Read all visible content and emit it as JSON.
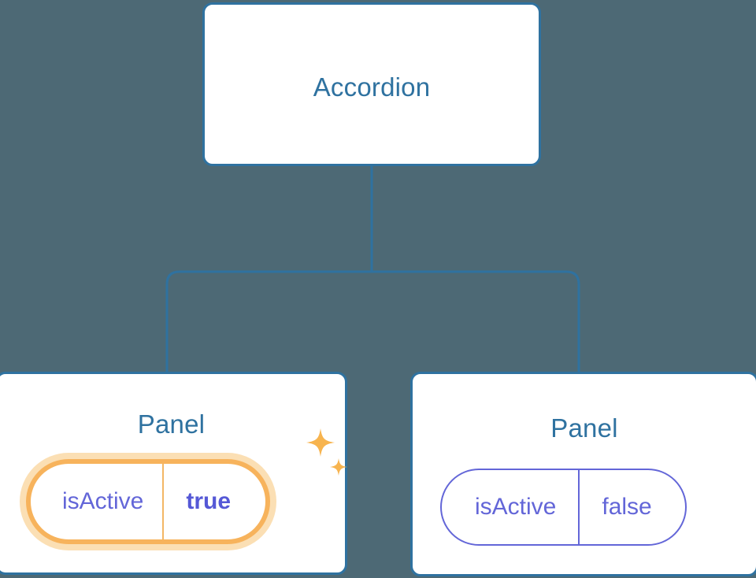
{
  "diagram": {
    "type": "component-tree",
    "background_color": "#4d6975",
    "node_border_color": "#2f72a0",
    "node_fill_color": "#ffffff",
    "title_color": "#2f72a0",
    "prop_color": "#6366d8",
    "highlight_color": "#f7b35c",
    "highlight_glow_color": "#fbdfb4",
    "edge_color": "#2f72a0"
  },
  "root": {
    "title": "Accordion"
  },
  "children": [
    {
      "title": "Panel",
      "prop": {
        "key": "isActive",
        "value": "true"
      },
      "highlighted": true,
      "sparkle_icons": [
        "sparkle-large-icon",
        "sparkle-small-icon"
      ]
    },
    {
      "title": "Panel",
      "prop": {
        "key": "isActive",
        "value": "false"
      },
      "highlighted": false
    }
  ]
}
